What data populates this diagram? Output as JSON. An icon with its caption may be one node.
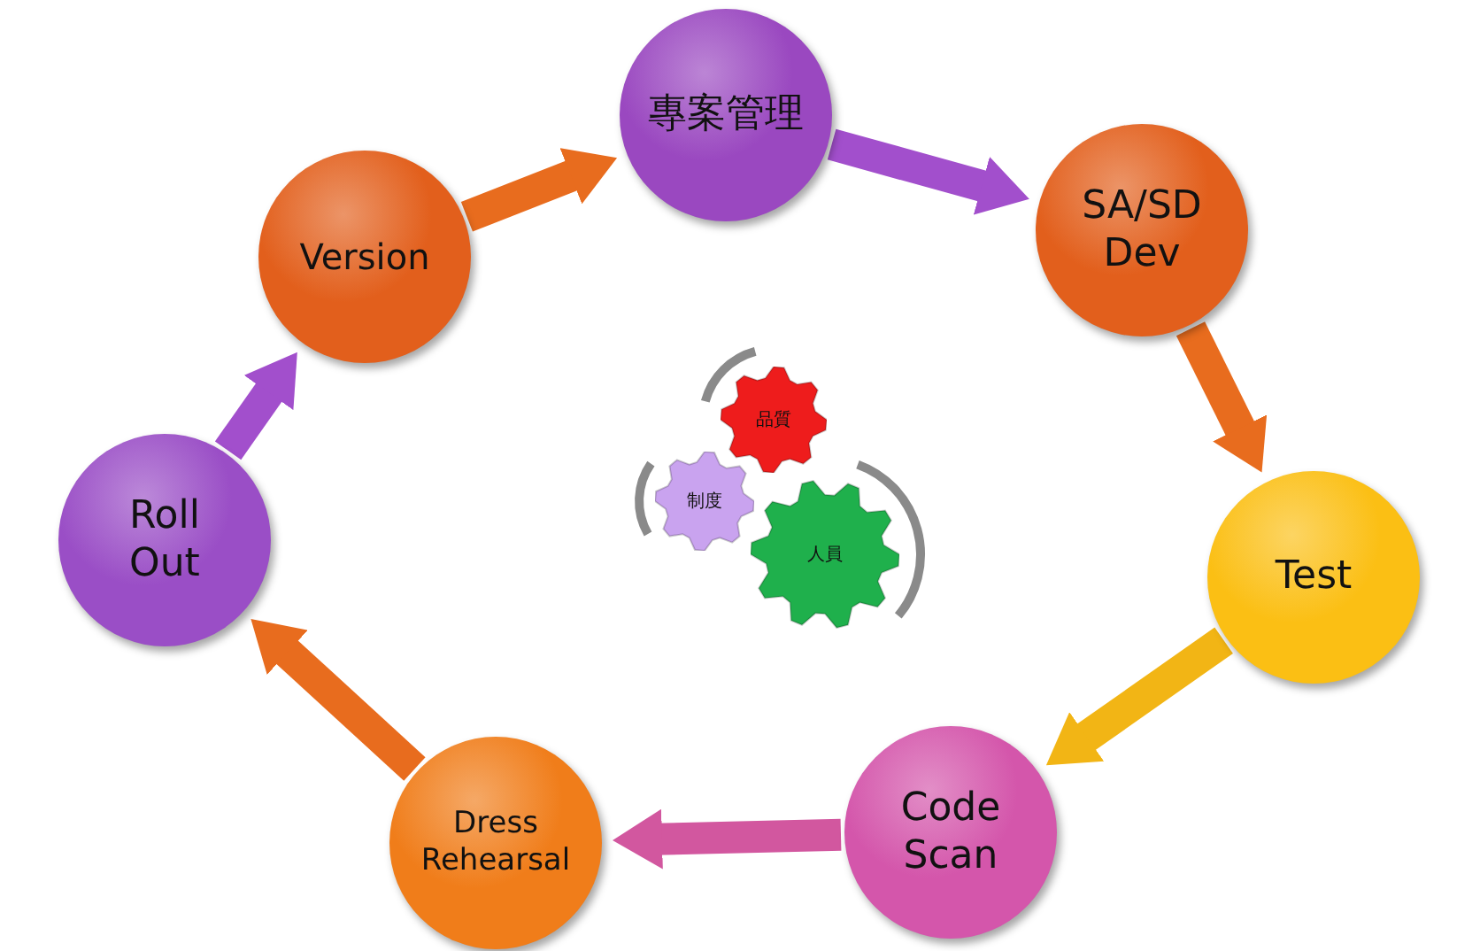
{
  "diagram": {
    "nodes": [
      {
        "text": [
          "專案管理"
        ]
      },
      {
        "text": [
          "SA/SD Dev"
        ]
      },
      {
        "text": [
          "Test"
        ]
      },
      {
        "text": [
          "Code Scan"
        ]
      },
      {
        "text": [
          "Dress Rehearsal"
        ]
      },
      {
        "text": [
          "Roll Out"
        ]
      },
      {
        "text": [
          "Version"
        ]
      },
      {
        "text": [
          "品質"
        ]
      },
      {
        "text": [
          "制度"
        ]
      },
      {
        "text": [
          "人員"
        ]
      }
    ],
    "edges": [
      {
        "from": 0,
        "to": 1,
        "arrow": "to",
        "color": "#a24fcc"
      },
      {
        "from": 1,
        "to": 2,
        "arrow": "to"
      },
      {
        "from": 2,
        "to": 3,
        "arrow": "to",
        "color": "#f2b515"
      },
      {
        "from": 3,
        "to": 4,
        "arrow": "to",
        "color": "#d2579f"
      },
      {
        "from": 4,
        "to": 5,
        "arrow": "to"
      },
      {
        "from": 5,
        "to": 6,
        "arrow": "to",
        "color": "#a24fcc"
      },
      {
        "from": 6,
        "to": 0,
        "arrow": "to"
      }
    ]
  }
}
